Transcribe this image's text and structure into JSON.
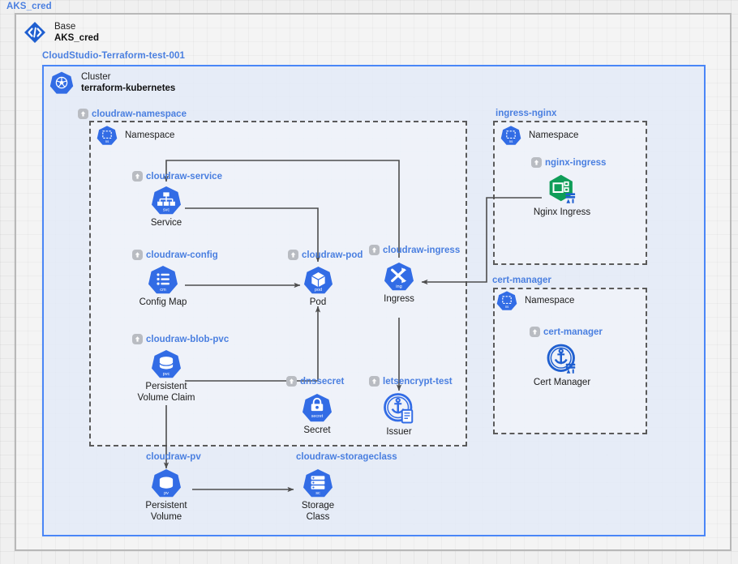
{
  "page": {
    "title": "AKS_cred"
  },
  "base": {
    "kind": "Base",
    "name": "AKS_cred",
    "icon": "code-diamond-icon"
  },
  "subscription": {
    "title": "CloudStudio-Terraform-test-001"
  },
  "cluster": {
    "kind": "Cluster",
    "name": "terraform-kubernetes",
    "icon": "kubernetes-icon"
  },
  "colors": {
    "accent_blue": "#4a7fe0",
    "k8s_blue": "#326CE5",
    "helm_green": "#0f9d58",
    "frame_gray": "#b8b8b8",
    "cluster_border": "#4a86f7",
    "dashed_gray": "#5a5a5a",
    "badge_gray": "#b9bcc2",
    "wire_gray": "#4d4d4d"
  },
  "namespaces": [
    {
      "id": "cloudraw-namespace",
      "title": "cloudraw-namespace",
      "badge": true,
      "ns_label": "Namespace"
    },
    {
      "id": "ingress-nginx",
      "title": "ingress-nginx",
      "badge": false,
      "ns_label": "Namespace"
    },
    {
      "id": "cert-manager",
      "title": "cert-manager",
      "badge": false,
      "ns_label": "Namespace"
    }
  ],
  "nodes": [
    {
      "id": "service",
      "label": "cloudraw-service",
      "badge": true,
      "caption": "Service",
      "icon": "k8s-service-icon",
      "abbr": "svc"
    },
    {
      "id": "configmap",
      "label": "cloudraw-config",
      "badge": true,
      "caption": "Config Map",
      "icon": "k8s-configmap-icon",
      "abbr": "cm"
    },
    {
      "id": "pvc",
      "label": "cloudraw-blob-pvc",
      "badge": true,
      "caption": "Persistent\nVolume Claim",
      "icon": "k8s-pvc-icon",
      "abbr": "pvc"
    },
    {
      "id": "pod",
      "label": "cloudraw-pod",
      "badge": true,
      "caption": "Pod",
      "icon": "k8s-pod-icon",
      "abbr": "pod"
    },
    {
      "id": "ingress",
      "label": "cloudraw-ingress",
      "badge": true,
      "caption": "Ingress",
      "icon": "k8s-ingress-icon",
      "abbr": "ing"
    },
    {
      "id": "secret",
      "label": "dnssecret",
      "badge": true,
      "caption": "Secret",
      "icon": "k8s-secret-icon",
      "abbr": "secret"
    },
    {
      "id": "issuer",
      "label": "letsencrypt-test",
      "badge": true,
      "caption": "Issuer",
      "icon": "cert-issuer-icon",
      "abbr": ""
    },
    {
      "id": "pv",
      "label": "cloudraw-pv",
      "badge": false,
      "caption": "Persistent\nVolume",
      "icon": "k8s-pv-icon",
      "abbr": "pv"
    },
    {
      "id": "storageclass",
      "label": "cloudraw-storageclass",
      "badge": false,
      "caption": "Storage\nClass",
      "icon": "k8s-storageclass-icon",
      "abbr": "sc"
    },
    {
      "id": "nginxingress",
      "label": "nginx-ingress",
      "badge": true,
      "caption": "Nginx Ingress",
      "icon": "helm-nginx-icon",
      "abbr": ""
    },
    {
      "id": "certmanager",
      "label": "cert-manager",
      "badge": true,
      "caption": "Cert Manager",
      "icon": "helm-certmanager-icon",
      "abbr": ""
    }
  ],
  "edges": [
    {
      "from": "configmap",
      "to": "pod",
      "style": "straight-right"
    },
    {
      "from": "pvc",
      "to": "pod",
      "style": "right-then-up"
    },
    {
      "from": "service",
      "to": "pod",
      "style": "right-then-down"
    },
    {
      "from": "ingress",
      "to": "service",
      "style": "up-then-left"
    },
    {
      "from": "ingress",
      "to": "issuer",
      "style": "straight-down"
    },
    {
      "from": "pvc",
      "to": "pv",
      "style": "straight-down"
    },
    {
      "from": "pv",
      "to": "storageclass",
      "style": "straight-right"
    },
    {
      "from": "nginxingress",
      "to": "ingress",
      "style": "left-down-left"
    }
  ]
}
